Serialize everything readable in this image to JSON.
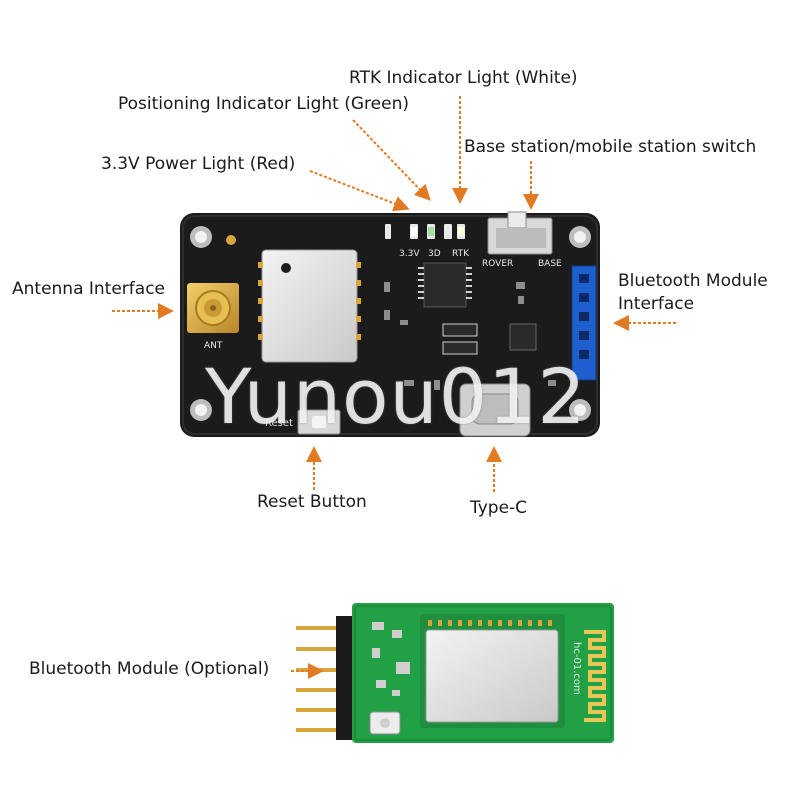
{
  "labels": {
    "rtk_light": "RTK Indicator Light (White)",
    "positioning_light": "Positioning Indicator Light (Green)",
    "power_light": "3.3V Power Light (Red)",
    "mode_switch": "Base station/mobile station switch",
    "antenna": "Antenna Interface",
    "bt_interface_1": "Bluetooth Module",
    "bt_interface_2": "Interface",
    "reset": "Reset Button",
    "typec": "Type-C",
    "bt_module": "Bluetooth Module (Optional)"
  },
  "silkscreen": {
    "led_33": "3.3V",
    "led_3d": "3D",
    "led_rtk": "RTK",
    "rover": "ROVER",
    "base": "BASE",
    "ant": "ANT",
    "reset": "Reset",
    "bt_model": "hc-01.com"
  },
  "watermark": "Yunou012",
  "colors": {
    "arrow": "#e07b24",
    "main_board": "#1b1b1b",
    "bt_board": "#22a046",
    "header_blue": "#1e5fd0",
    "gold": "#d9a63a"
  }
}
